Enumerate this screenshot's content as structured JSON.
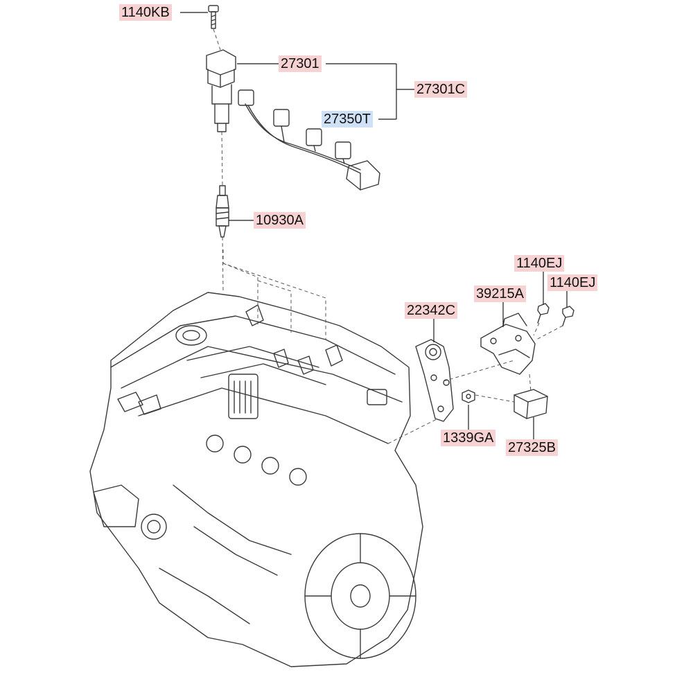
{
  "colors": {
    "label_background": "#f6d2d2",
    "highlight_background": "#cfe1f7",
    "line": "#1a1a1a",
    "drawing": "#3a3a3a"
  },
  "labels": {
    "bolt_top": "1140KB",
    "ignition_coil": "27301",
    "coil_assembly": "27301C",
    "harness": "27350T",
    "spark_plug": "10930A",
    "bolt_right_1": "1140EJ",
    "bolt_right_2": "1140EJ",
    "sensor_bracket": "39215A",
    "plate": "22342C",
    "nut": "1339GA",
    "cam_sensor": "27325B"
  }
}
